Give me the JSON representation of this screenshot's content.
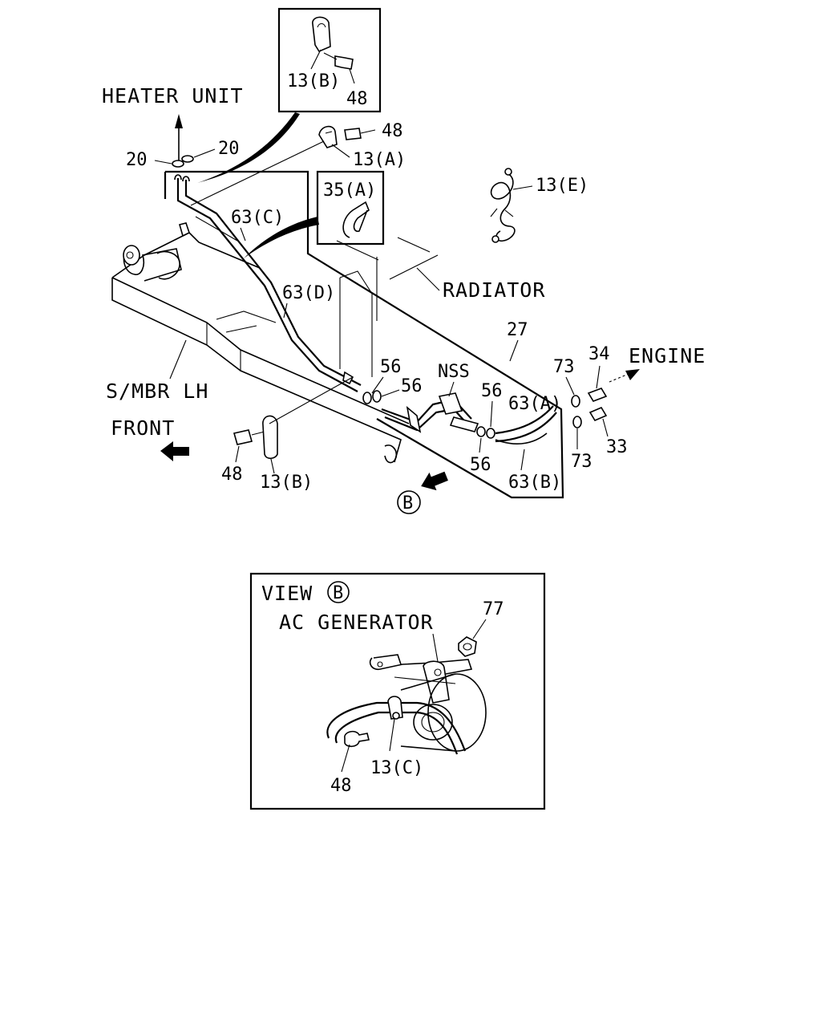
{
  "labels": {
    "heater_unit": "HEATER UNIT",
    "radiator": "RADIATOR",
    "engine": "ENGINE",
    "smbr_lh": "S/MBR LH",
    "front": "FRONT",
    "nss": "NSS",
    "view_b": "VIEW",
    "view_b_circle": "B",
    "ac_generator": "AC GENERATOR",
    "b_marker": "B"
  },
  "part_numbers": {
    "inset_13b": "13(B)",
    "inset_48": "48",
    "p48_top": "48",
    "p13a": "13(A)",
    "p20_left": "20",
    "p20_right": "20",
    "p35a": "35(A)",
    "p13e": "13(E)",
    "p63c": "63(C)",
    "p63d": "63(D)",
    "p27": "27",
    "p56_a": "56",
    "p56_b": "56",
    "p56_c": "56",
    "p56_d": "56",
    "p63a": "63(A)",
    "p63b": "63(B)",
    "p73_top": "73",
    "p73_bot": "73",
    "p34": "34",
    "p33": "33",
    "p48_bottom": "48",
    "p13b_bottom": "13(B)",
    "p77": "77",
    "p48_view": "48",
    "p13c": "13(C)"
  }
}
